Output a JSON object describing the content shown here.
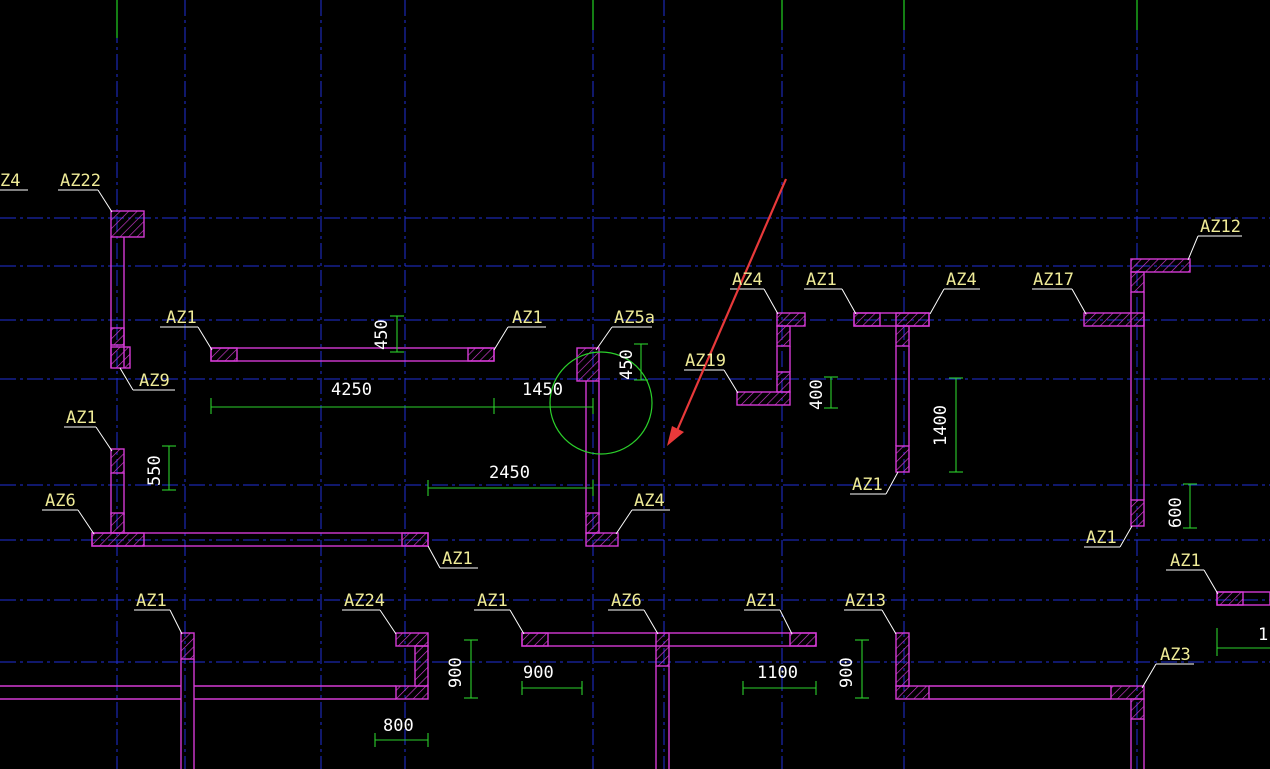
{
  "colors": {
    "background": "#000000",
    "grid_dashed": "#1f2fd8",
    "grid_solid": "#21d321",
    "wall": "#d43ad4",
    "label": "#f0ec98",
    "leader": "#ffffff",
    "dimension": "#2bd02b",
    "dimension_text": "#ffffff",
    "marker_circle": "#2bd02b",
    "arrow": "#e8393a"
  },
  "labels": {
    "az4_edge": "Z4",
    "az22": "AZ22",
    "az9": "AZ9",
    "az1_a": "AZ1",
    "az1_b": "AZ1",
    "az5a": "AZ5a",
    "az1_c": "AZ1",
    "az6_a": "AZ6",
    "az1_d": "AZ1",
    "az4_a": "AZ4",
    "az4_b": "AZ4",
    "az19": "AZ19",
    "az1_e": "AZ1",
    "az4_c": "AZ4",
    "az17": "AZ17",
    "az12": "AZ12",
    "az1_f": "AZ1",
    "az1_g": "AZ1",
    "az1_h": "AZ1",
    "az1_i": "AZ1",
    "az24": "AZ24",
    "az1_j": "AZ1",
    "az6_b": "AZ6",
    "az1_k": "AZ1",
    "az13": "AZ13",
    "az3": "AZ3"
  },
  "dimensions": {
    "d450_a": "450",
    "d4250": "4250",
    "d1450": "1450",
    "d450_b": "450",
    "d400": "400",
    "d1400": "1400",
    "d550": "550",
    "d2450": "2450",
    "d600": "600",
    "d900_a": "900",
    "d900_b": "900",
    "d1100": "1100",
    "d900_c": "900",
    "d800": "800",
    "d1_edge": "1"
  }
}
